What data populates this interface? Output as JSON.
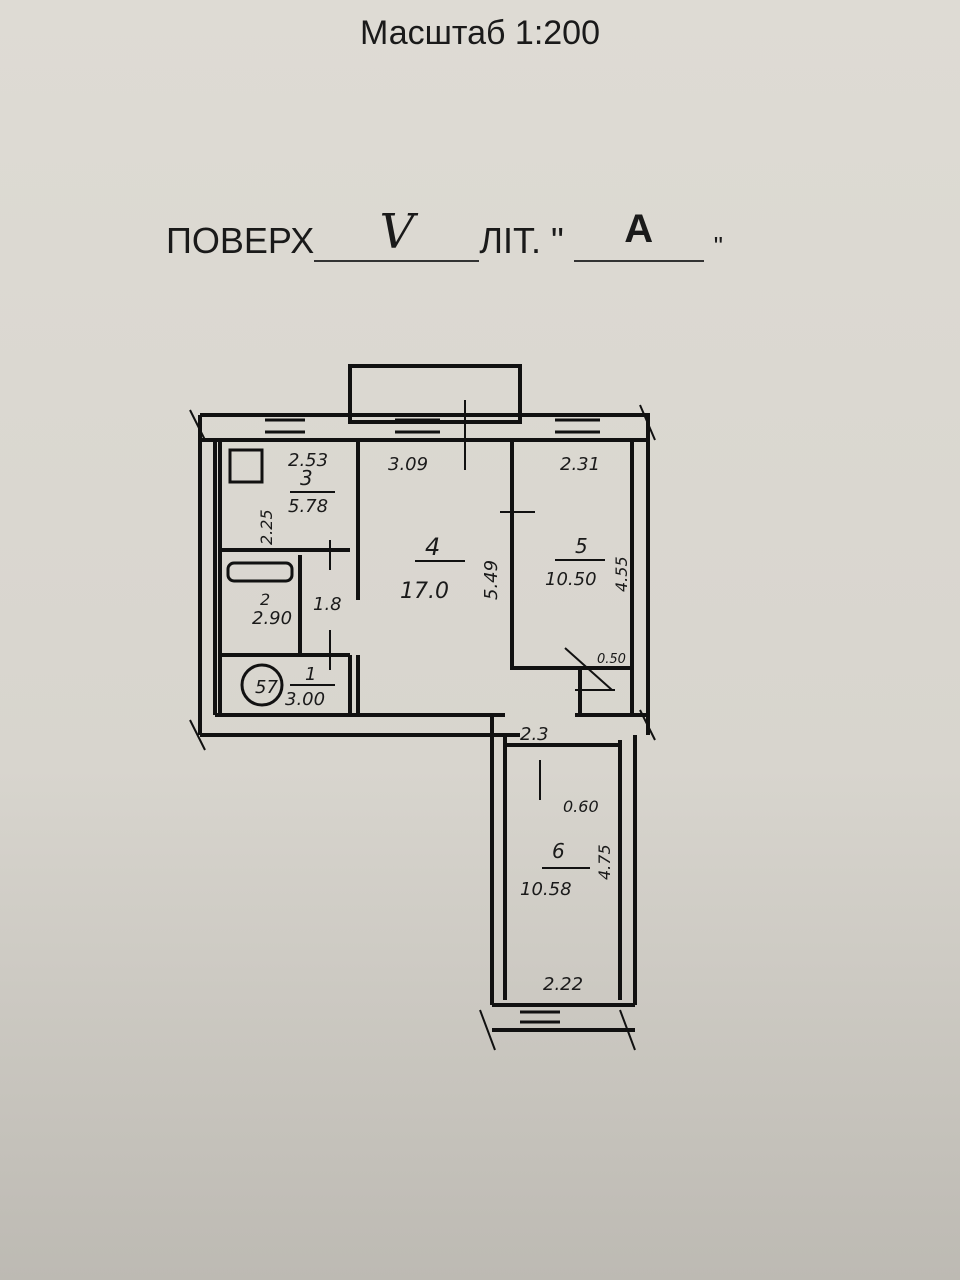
{
  "header": {
    "scale_label": "Масштаб 1:200"
  },
  "floor_line": {
    "floor_label": "ПОВЕРХ",
    "floor_value": "V",
    "liter_label": "ЛІТ. \"",
    "liter_value": "A",
    "liter_close": "\""
  },
  "rooms": [
    {
      "number": "3",
      "area": "5.78",
      "width": "2.53",
      "length": "2.25"
    },
    {
      "number": "2",
      "area": "2.90"
    },
    {
      "number": "",
      "area": "1.8"
    },
    {
      "number": "1",
      "area": "3.00"
    },
    {
      "number": "4",
      "area": "17.0",
      "width": "3.09",
      "length": "5.49"
    },
    {
      "number": "5",
      "area": "10.50",
      "width": "2.31",
      "length": "4.55"
    },
    {
      "number": "",
      "area": "0.50"
    },
    {
      "number": "",
      "area": "2.3"
    },
    {
      "number": "",
      "area": "0.60"
    },
    {
      "number": "6",
      "area": "10.58",
      "width": "2.22",
      "length": "4.75"
    }
  ],
  "riser_label": "57"
}
